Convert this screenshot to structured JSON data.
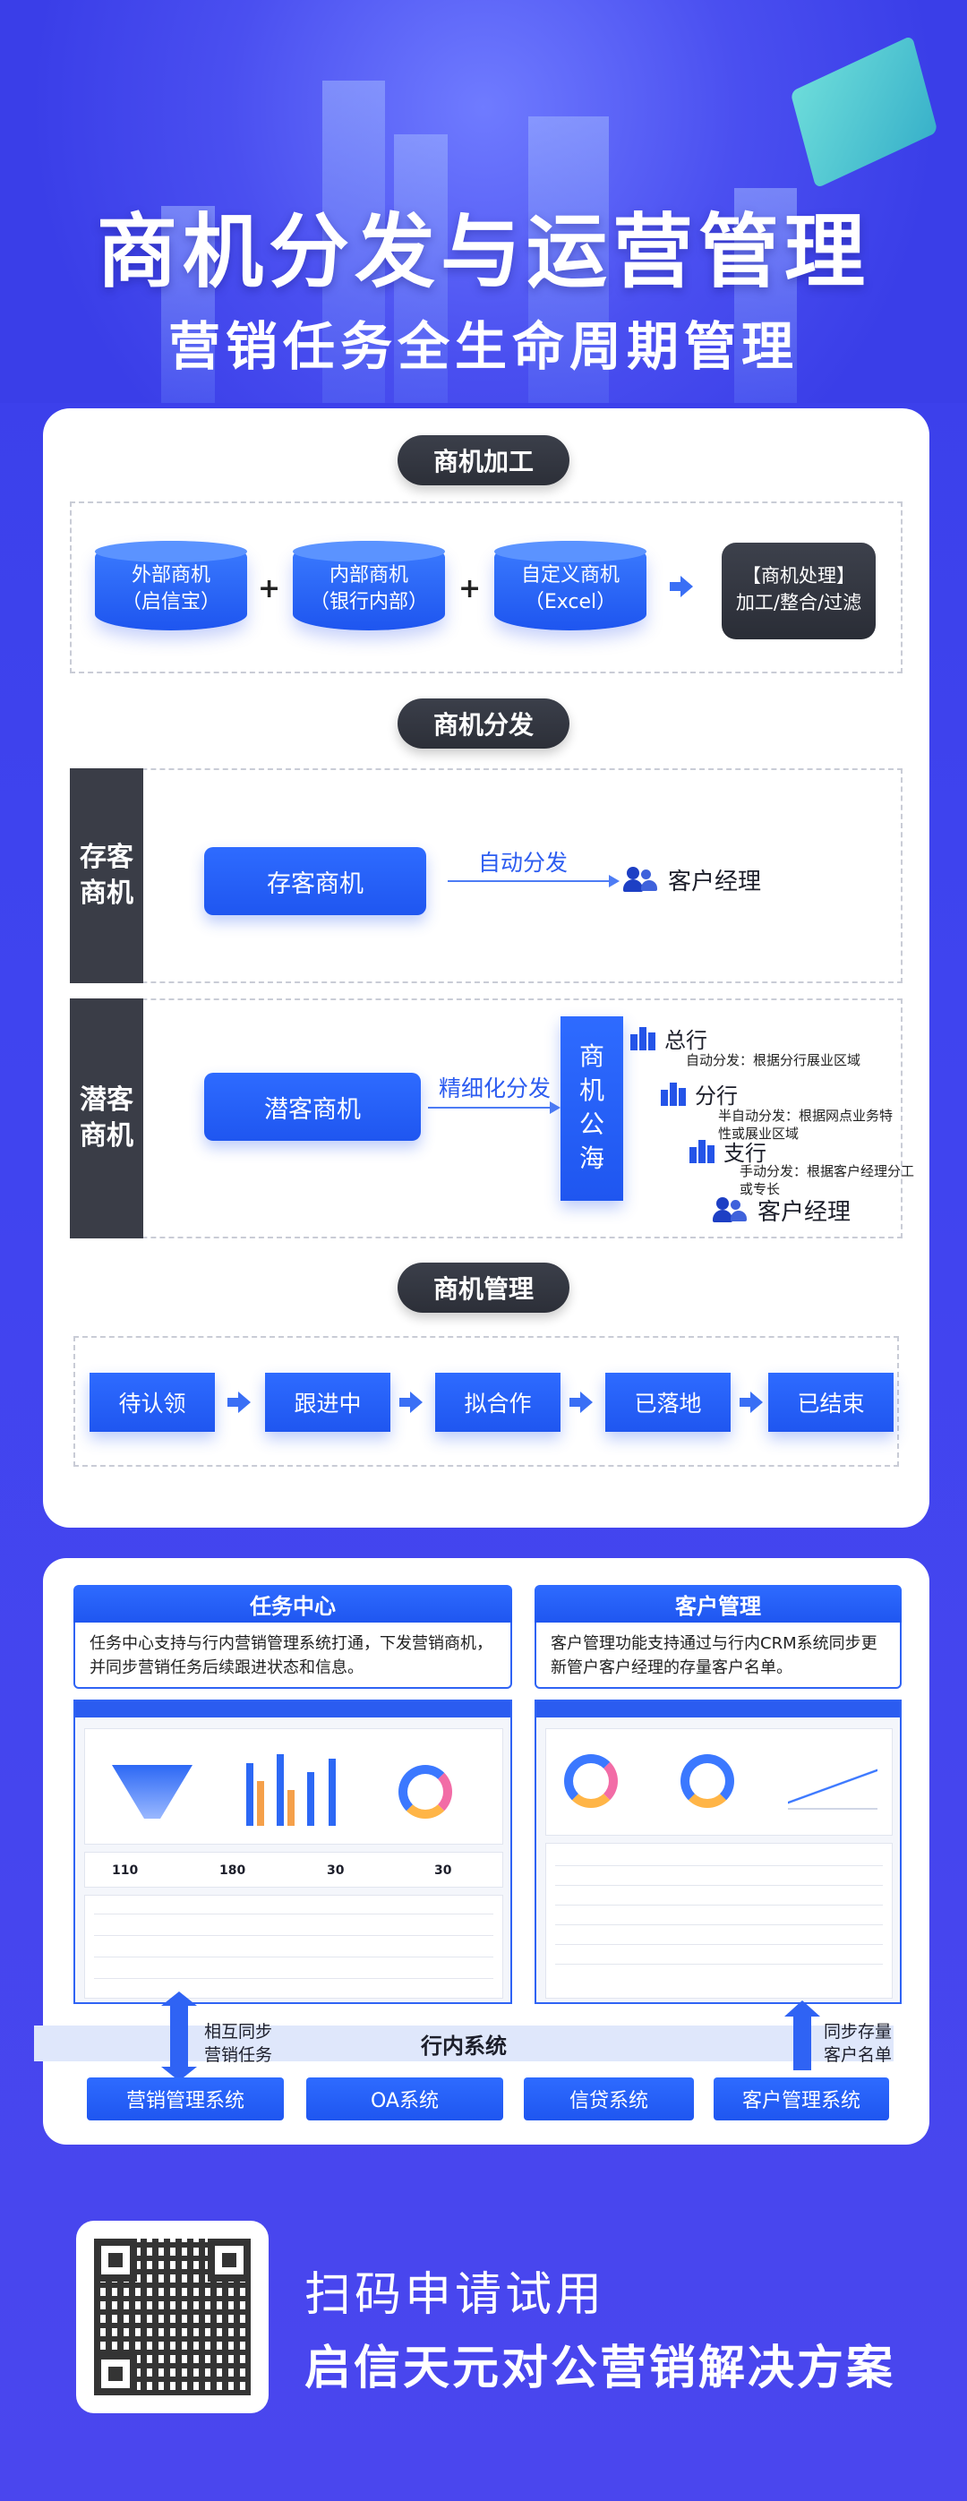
{
  "hero": {
    "title": "商机分发与运营管理",
    "subtitle": "营销任务全生命周期管理"
  },
  "processing": {
    "label": "商机加工",
    "sources": [
      {
        "line1": "外部商机",
        "line2": "（启信宝）"
      },
      {
        "line1": "内部商机",
        "line2": "（银行内部）"
      },
      {
        "line1": "自定义商机",
        "line2": "（Excel）"
      }
    ],
    "plus": "+",
    "result_line1": "【商机处理】",
    "result_line2": "加工/整合/过滤"
  },
  "distribution": {
    "label": "商机分发",
    "existing": {
      "side_label_1": "存客",
      "side_label_2": "商机",
      "button": "存客商机",
      "arrow_text": "自动分发",
      "target": "客户经理"
    },
    "potential": {
      "side_label_1": "潜客",
      "side_label_2": "商机",
      "button": "潜客商机",
      "arrow_text": "精细化分发",
      "pool_1": "商",
      "pool_2": "机",
      "pool_3": "公",
      "pool_4": "海",
      "hq": "总行",
      "hq_note": "自动分发：根据分行展业区域",
      "branch": "分行",
      "branch_note_1": "半自动分发：根据网点业务特",
      "branch_note_2": "性或展业区域",
      "sub_branch": "支行",
      "sub_note_1": "手动分发：根据客户经理分工",
      "sub_note_2": "或专长",
      "manager": "客户经理"
    }
  },
  "management": {
    "label": "商机管理",
    "stages": [
      "待认领",
      "跟进中",
      "拟合作",
      "已落地",
      "已结束"
    ]
  },
  "task_center": {
    "title": "任务中心",
    "desc_1": "任务中心支持与行内营销管理系统打通，下发营销商机，",
    "desc_2": "并同步营销任务后续跟进状态和信息。",
    "stats": [
      "110",
      "180",
      "30",
      "30"
    ]
  },
  "customer_mgmt": {
    "title": "客户管理",
    "desc_1": "客户管理功能支持通过与行内CRM系统同步更",
    "desc_2": "新管户客户经理的存量客户名单。"
  },
  "internal": {
    "label": "行内系统",
    "left_note_1": "相互同步",
    "left_note_2": "营销任务",
    "right_note_1": "同步存量",
    "right_note_2": "客户名单",
    "systems": [
      "营销管理系统",
      "OA系统",
      "信贷系统",
      "客户管理系统"
    ]
  },
  "footer": {
    "cta": "扫码申请试用",
    "brand": "启信天元对公营销解决方案"
  },
  "colors": {
    "primary_blue": "#1f56f0",
    "dark_pill": "#2c2f38",
    "background": "#3f44ef"
  }
}
